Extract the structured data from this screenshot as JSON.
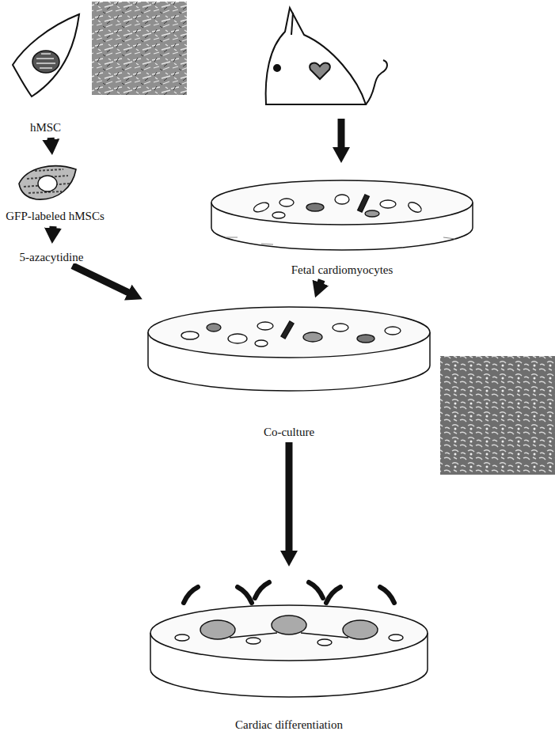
{
  "diagram": {
    "nodes": [
      {
        "text": [
          "hMSC"
        ]
      },
      {
        "text": [
          "GFP-labeled hMSCs"
        ]
      },
      {
        "text": [
          "5-azacytidine"
        ]
      },
      {
        "text": [
          "Fetal cardiomyocytes"
        ]
      },
      {
        "text": [
          "Co-culture"
        ]
      },
      {
        "text": [
          "Cardiac differentiation"
        ]
      }
    ],
    "edges": [
      {
        "from": 0,
        "to": 1,
        "arrow": "to"
      },
      {
        "from": 1,
        "to": 2,
        "arrow": "to"
      },
      {
        "from": 2,
        "to": 4,
        "arrow": "to"
      },
      {
        "from": 3,
        "to": 4,
        "arrow": "to"
      },
      {
        "from": 4,
        "to": 5,
        "arrow": "to"
      }
    ]
  }
}
